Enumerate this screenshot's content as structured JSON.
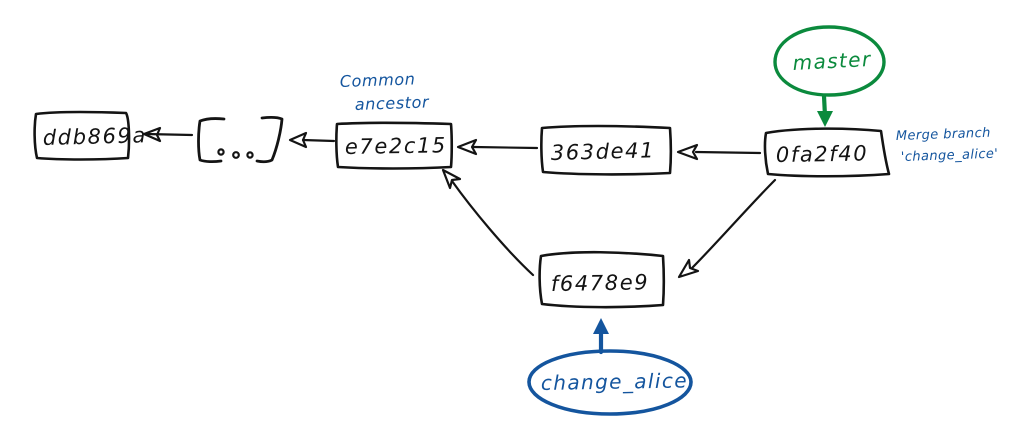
{
  "diagram": {
    "title": "Git merge commit graph (hand-drawn sketch)",
    "background_color": "#ffffff",
    "ink_colors": {
      "default": "#141414",
      "green": "#0b8a3d",
      "blue": "#14559e"
    },
    "commits": [
      {
        "id": "ddb869a",
        "label": "ddb869a"
      },
      {
        "id": "ellipsis",
        "label": "[...]"
      },
      {
        "id": "e7e2c15",
        "label": "e7e2c15"
      },
      {
        "id": "363de41",
        "label": "363de41"
      },
      {
        "id": "0fa2f40",
        "label": "0fa2f40"
      },
      {
        "id": "f6478e9",
        "label": "f6478e9"
      }
    ],
    "branch_refs": [
      {
        "name": "master",
        "label": "master",
        "color": "#0b8a3d",
        "points_to": "0fa2f40"
      },
      {
        "name": "change_alice",
        "label": "change_alice",
        "color": "#14559e",
        "points_to": "f6478e9"
      }
    ],
    "annotations": [
      {
        "name": "common-ancestor",
        "line1": "Common",
        "line2": "ancestor",
        "color": "#14559e",
        "target": "e7e2c15"
      },
      {
        "name": "merge-commit-message",
        "line1": "Merge branch",
        "line2": "'change_alice'",
        "color": "#14559e",
        "target": "0fa2f40"
      }
    ],
    "edges": [
      {
        "from": "ellipsis",
        "to": "ddb869a",
        "style": "hollow-arrow"
      },
      {
        "from": "e7e2c15",
        "to": "ellipsis",
        "style": "hollow-arrow"
      },
      {
        "from": "363de41",
        "to": "e7e2c15",
        "style": "hollow-arrow"
      },
      {
        "from": "0fa2f40",
        "to": "363de41",
        "style": "hollow-arrow"
      },
      {
        "from": "f6478e9",
        "to": "e7e2c15",
        "style": "hollow-arrow"
      },
      {
        "from": "0fa2f40",
        "to": "f6478e9",
        "style": "hollow-arrow"
      },
      {
        "from": "master",
        "to": "0fa2f40",
        "style": "solid-arrow-green"
      },
      {
        "from": "change_alice",
        "to": "f6478e9",
        "style": "solid-arrow-blue"
      }
    ]
  }
}
